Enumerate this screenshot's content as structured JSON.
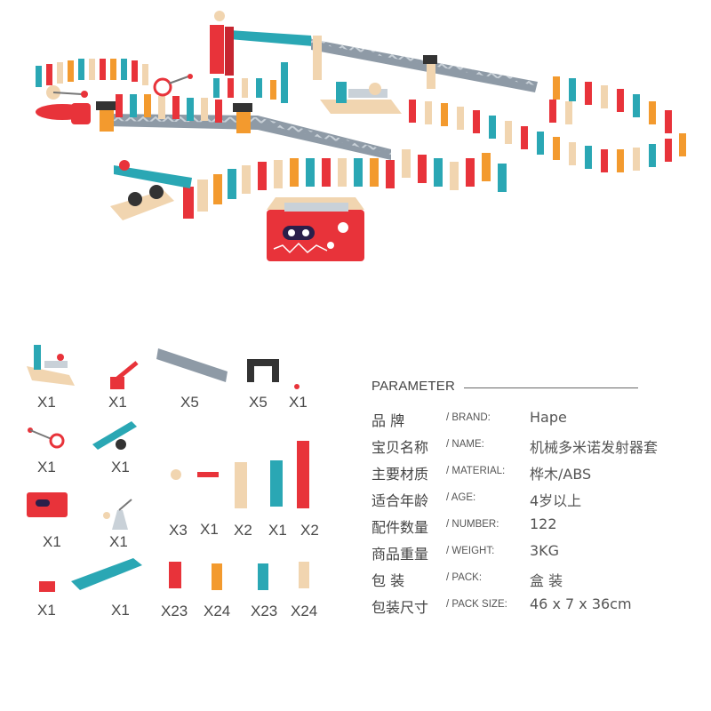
{
  "parts_quantities": {
    "launcher": "X1",
    "hammer": "X1",
    "track": "X5",
    "connector": "X5",
    "small_ball": "X1",
    "pendulum": "X1",
    "seesaw": "X1",
    "bead": "X3",
    "red_short": "X1",
    "wood_domino": "X2",
    "panel_domino": "X1",
    "tall_red": "X2",
    "robot_box": "X1",
    "cone_stand": "X1",
    "small_car": "X1",
    "bridge": "X1",
    "red_domino": "X23",
    "orange_domino": "X24",
    "teal_domino": "X23",
    "natural_domino": "X24"
  },
  "parameters": {
    "title": "PARAMETER",
    "rows": [
      {
        "cn": "品 牌",
        "en": "/ BRAND:",
        "value": "Hape"
      },
      {
        "cn": "宝贝名称",
        "en": "/ NAME:",
        "value": "机械多米诺发射器套"
      },
      {
        "cn": "主要材质",
        "en": "/ MATERIAL:",
        "value": "桦木/ABS"
      },
      {
        "cn": "适合年龄",
        "en": "/ AGE:",
        "value": "4岁以上"
      },
      {
        "cn": "配件数量",
        "en": "/ NUMBER:",
        "value": "122"
      },
      {
        "cn": "商品重量",
        "en": "/ WEIGHT:",
        "value": "3KG"
      },
      {
        "cn": "包 装",
        "en": "/ PACK:",
        "value": "盒 装"
      },
      {
        "cn": "包装尺寸",
        "en": "/ PACK SIZE:",
        "value": "46 x 7 x 36cm"
      }
    ]
  },
  "colors": {
    "red": "#e8333a",
    "teal": "#2aa7b4",
    "orange": "#f39a2e",
    "natural": "#f1d5b0",
    "track_grey": "#8e9aa6"
  },
  "icons": [
    "robot-face-icon"
  ]
}
